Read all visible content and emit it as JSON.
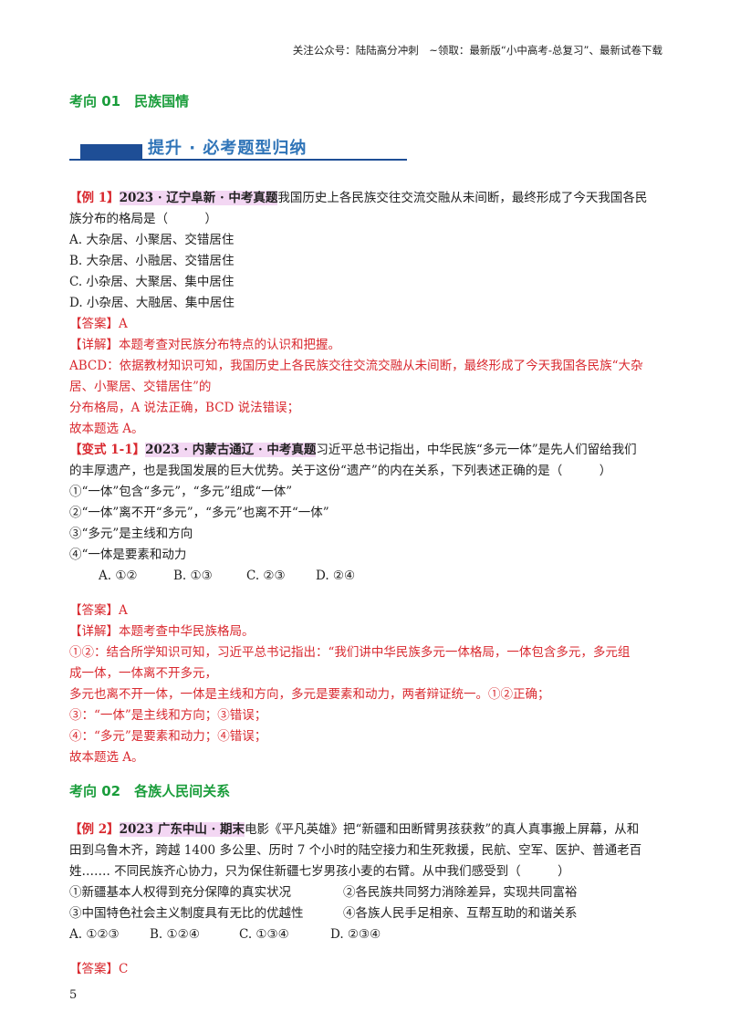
{
  "header": "关注公众号：陆陆高分冲刺　~领取：最新版“小中高考-总复习”、最新试卷下载",
  "section1": "考向 01　民族国情",
  "banner_title": "提升 · 必考题型归纳",
  "q1": {
    "tag": "【例 1】",
    "source": "2023 · 辽宁阜新 · 中考真题",
    "stem1": "我国历史上各民族交往交流交融从未间断，最终形成了今天我国各民",
    "stem2": "族分布的格局是（　　　）",
    "opts": [
      "A. 大杂居、小聚居、交错居住",
      "B. 大杂居、小融居、交错居住",
      "C. 小杂居、大聚居、集中居住",
      "D. 小杂居、大融居、集中居住"
    ],
    "answer": "【答案】A",
    "detail": "【详解】本题考查对民族分布特点的认识和把握。",
    "expl1": "ABCD：依据教材知识可知，我国历史上各民族交往交流交融从未间断，最终形成了今天我国各民族“大杂",
    "expl2": "居、小聚居、交错居住”的",
    "expl3": "分布格局，A 说法正确，BCD 说法错误；",
    "conclusion": "故本题选 A。"
  },
  "q2": {
    "tag": "【变式 1-1】",
    "source": "2023 · 内蒙古通辽 · 中考真题",
    "stem1": "习近平总书记指出，中华民族“多元一体”是先人们留给我们",
    "stem2": "的丰厚遗产，也是我国发展的巨大优势。关于这份“遗产”的内在关系，下列表述正确的是（　　　）",
    "items": [
      "①“一体”包含“多元”，“多元”组成“一体”",
      "②“一体”离不开“多元”，“多元”也离不开“一体”",
      "③“多元”是主线和方向",
      "④“一体是要素和动力"
    ],
    "choices": [
      "A. ①②",
      "B. ①③",
      "C. ②③",
      "D. ②④"
    ],
    "answer": "【答案】A",
    "detail": "【详解】本题考查中华民族格局。",
    "expl1": "①②：结合所学知识可知，习近平总书记指出：“我们讲中华民族多元一体格局，一体包含多元，多元组",
    "expl2": "成一体，一体离不开多元，",
    "expl3": "多元也离不开一体，一体是主线和方向，多元是要素和动力，两者辩证统一。①②正确；",
    "expl4": "③：“一体”是主线和方向；③错误；",
    "expl5": "④：“多元”是要素和动力；④错误；",
    "conclusion": "故本题选 A。"
  },
  "section2": "考向 02　各族人民间关系",
  "q3": {
    "tag": "【例 2】",
    "source": "2023 广东中山 · 期末",
    "stem1": "电影《平凡英雄》把“新疆和田断臂男孩获救”的真人真事搬上屏幕，从和",
    "stem2": "田到乌鲁木齐，跨越 1400 多公里、历时 7 个小时的陆空接力和生死救援，民航、空军、医护、普通老百",
    "stem3": "姓……. 不同民族齐心协力，只为保住新疆七岁男孩小麦的右臂。从中我们感受到（　　　）",
    "items": [
      "①新疆基本人权得到充分保障的真实状况",
      "②各民族共同努力消除差异，实现共同富裕",
      "③中国特色社会主义制度具有无比的优越性",
      "④各族人民手足相亲、互帮互助的和谐关系"
    ],
    "choices": [
      "A. ①②③",
      "B. ①②④",
      "C. ①③④",
      "D. ②③④"
    ],
    "answer": "【答案】C"
  },
  "page_number": "5"
}
